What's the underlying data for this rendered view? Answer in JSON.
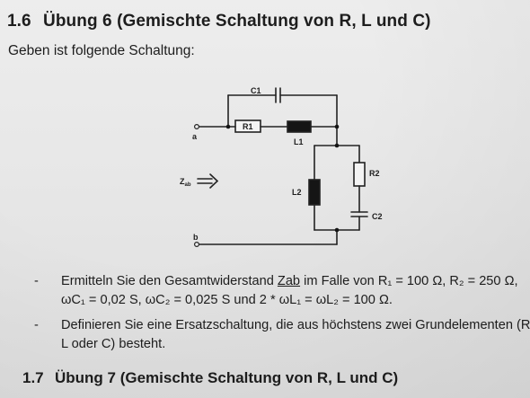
{
  "section1": {
    "number": "1.6",
    "title": "Übung 6 (Gemischte Schaltung von R, L und C)"
  },
  "intro": "Geben ist folgende Schaltung:",
  "circuit": {
    "labels": {
      "c1": "C1",
      "r1": "R1",
      "l1": "L1",
      "r2": "R2",
      "l2": "L2",
      "c2": "C2",
      "a": "a",
      "b": "b",
      "zab_main": "Z",
      "zab_sub": "ab"
    }
  },
  "bullets": [
    {
      "dash": "-",
      "line1_pre": "Ermitteln Sie den Gesamtwiderstand ",
      "line1_zab": "Zab",
      "line1_post": " im Falle von R₁ = 100 Ω, R₂ = 250 Ω,",
      "line2": "ωC₁ = 0,02 S, ωC₂ = 0,025 S und 2 * ωL₁ = ωL₂ = 100 Ω."
    },
    {
      "dash": "-",
      "line1": "Definieren Sie eine Ersatzschaltung, die aus höchstens zwei Grundelementen (R,",
      "line2": "L oder C) besteht."
    }
  ],
  "section2": {
    "number": "1.7",
    "title": "Übung 7 (Gemischte Schaltung von R, L und C)"
  }
}
